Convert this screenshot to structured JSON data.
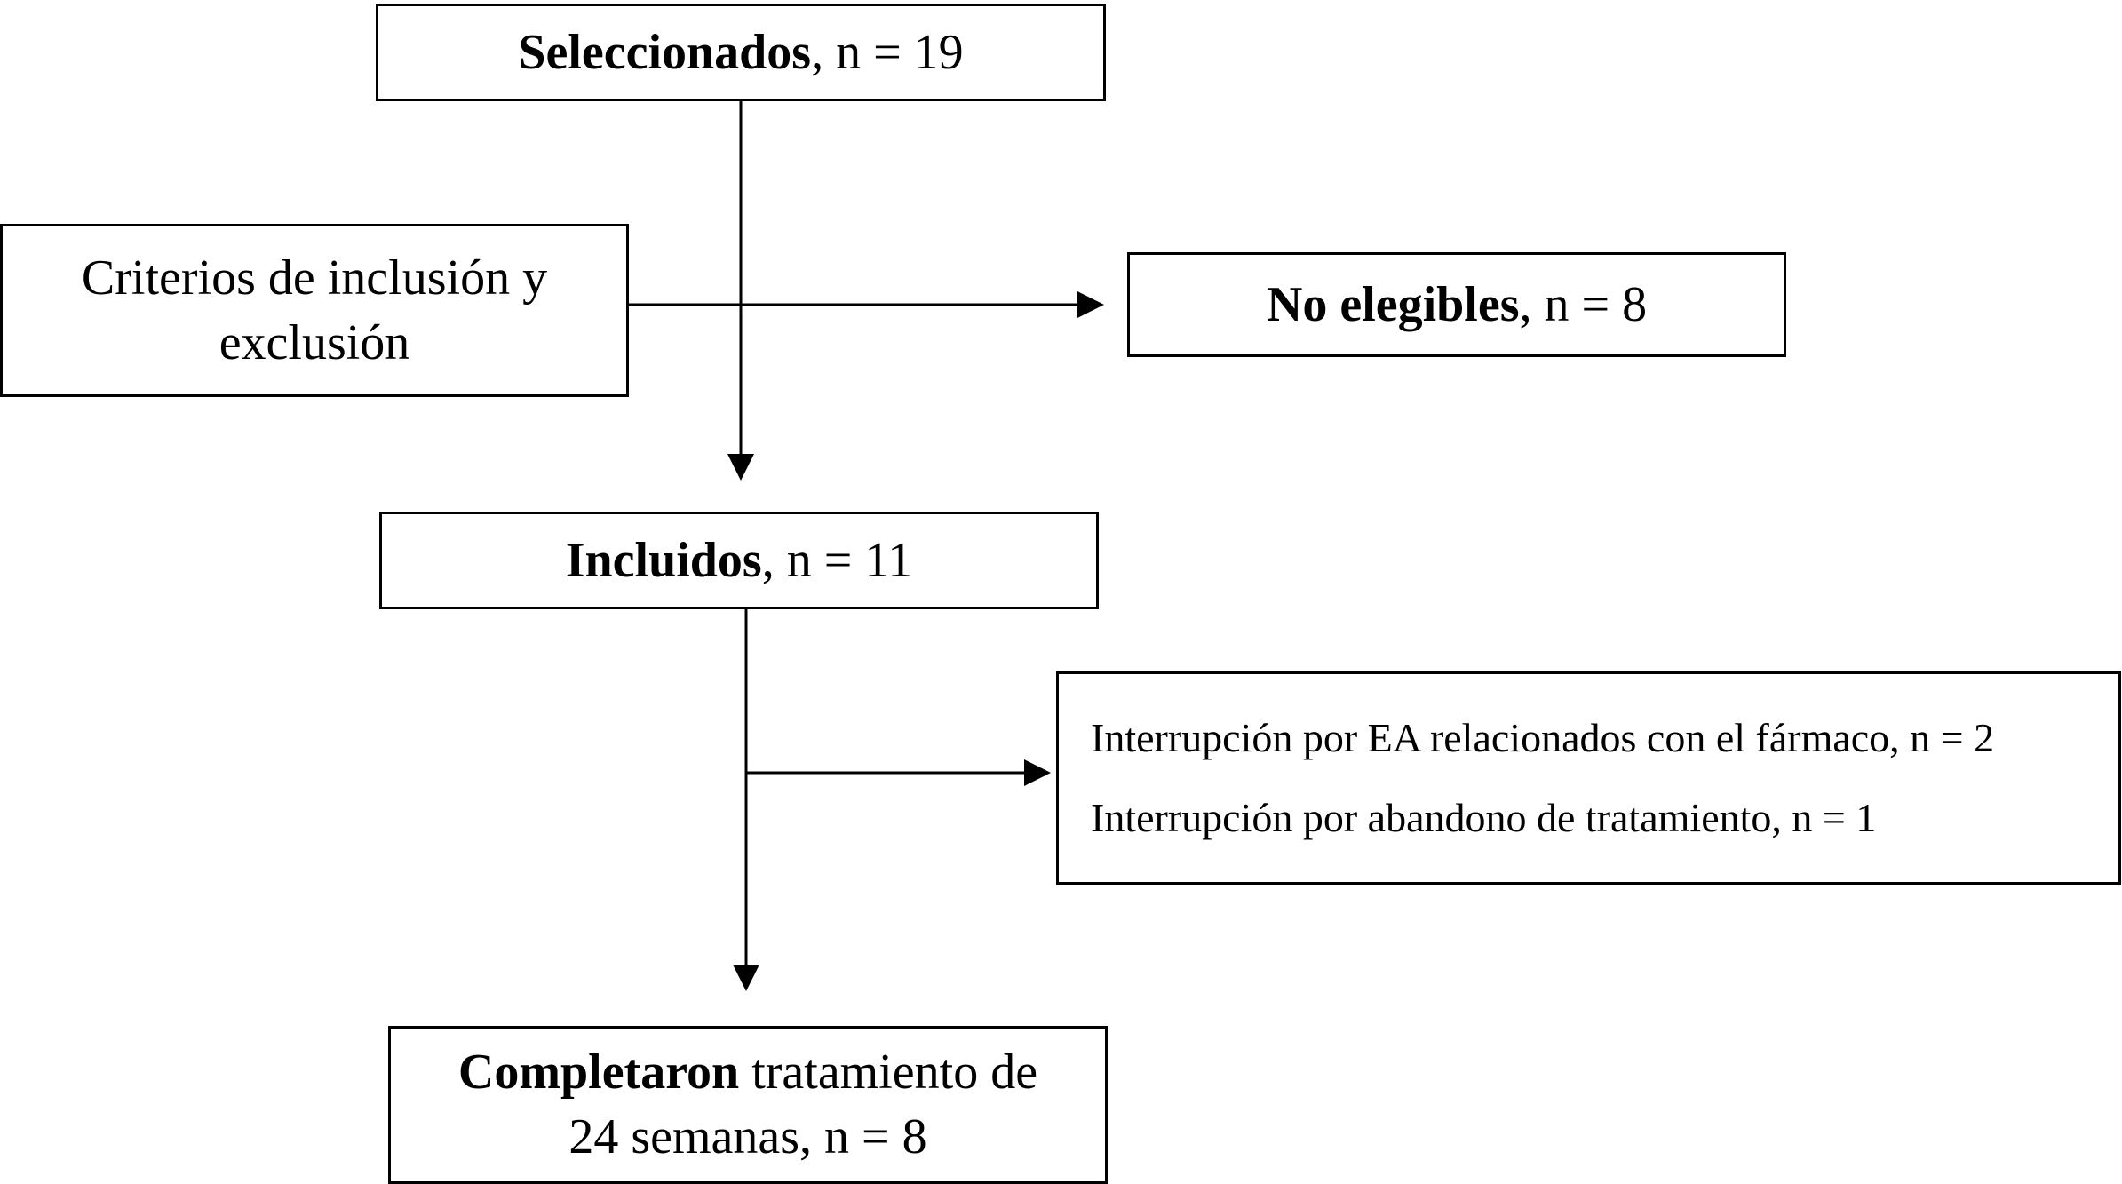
{
  "flowchart": {
    "selected": {
      "bold": "Seleccionados",
      "rest": ", n = 19"
    },
    "criteria": {
      "line1": "Criterios de inclusión y",
      "line2": "exclusión"
    },
    "ineligible": {
      "bold": "No elegibles",
      "rest": ", n = 8"
    },
    "included": {
      "bold": "Incluidos",
      "rest": ", n = 11"
    },
    "interruptions": {
      "ae": "Interrupción por EA relacionados con el fármaco, n = 2",
      "abandon": "Interrupción por abandono de tratamiento, n = 1"
    },
    "completed": {
      "bold": "Completaron",
      "rest_line1": " tratamiento de",
      "line2": "24 semanas, n = 8"
    }
  },
  "colors": {
    "stroke": "#000000",
    "background": "#ffffff"
  }
}
